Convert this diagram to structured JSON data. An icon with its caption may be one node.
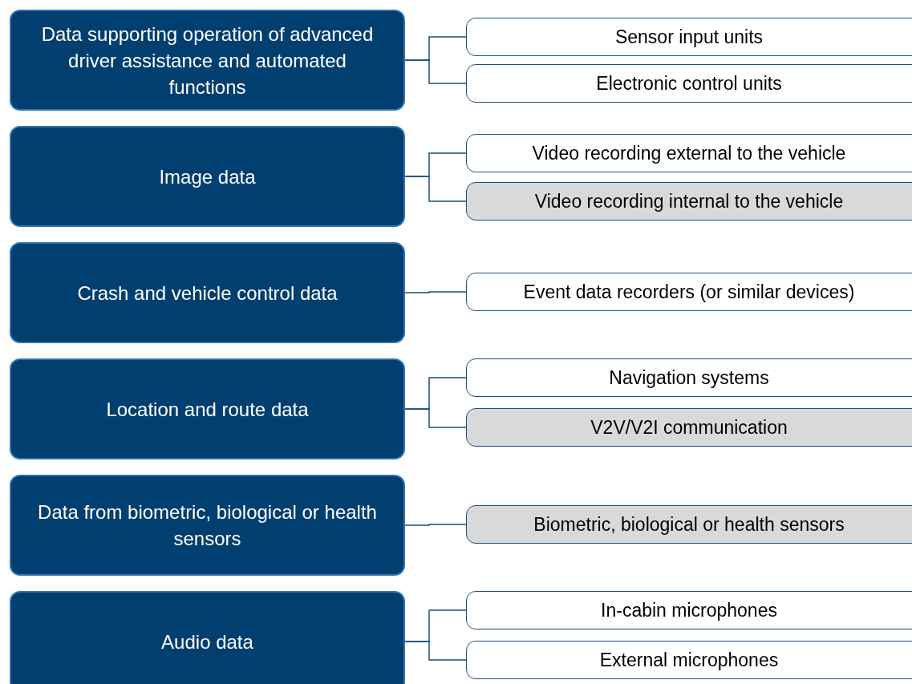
{
  "diagram": {
    "nodes": [
      {
        "text": [
          "Data supporting operation of advanced driver assistance and automated functions"
        ]
      },
      {
        "text": [
          "Sensor input units"
        ]
      },
      {
        "text": [
          "Electronic control units"
        ]
      },
      {
        "text": [
          "Image data"
        ]
      },
      {
        "text": [
          "Video recording external to the vehicle"
        ]
      },
      {
        "text": [
          "Video recording internal to the vehicle"
        ]
      },
      {
        "text": [
          "Crash and vehicle control data"
        ]
      },
      {
        "text": [
          "Event data recorders (or similar devices)"
        ]
      },
      {
        "text": [
          "Location and route data"
        ]
      },
      {
        "text": [
          "Navigation systems"
        ]
      },
      {
        "text": [
          "V2V/V2I communication"
        ]
      },
      {
        "text": [
          "Data from biometric, biological or health sensors"
        ]
      },
      {
        "text": [
          "Biometric, biological or health sensors"
        ]
      },
      {
        "text": [
          "Audio data"
        ]
      },
      {
        "text": [
          "In-cabin microphones"
        ]
      },
      {
        "text": [
          "External microphones"
        ]
      }
    ],
    "edges": [
      {
        "from": 0,
        "to": 1,
        "arrow": "none"
      },
      {
        "from": 0,
        "to": 2,
        "arrow": "none"
      },
      {
        "from": 3,
        "to": 4,
        "arrow": "none"
      },
      {
        "from": 3,
        "to": 5,
        "arrow": "none"
      },
      {
        "from": 6,
        "to": 7,
        "arrow": "none"
      },
      {
        "from": 8,
        "to": 9,
        "arrow": "none"
      },
      {
        "from": 8,
        "to": 10,
        "arrow": "none"
      },
      {
        "from": 11,
        "to": 12,
        "arrow": "none"
      },
      {
        "from": 13,
        "to": 14,
        "arrow": "none"
      },
      {
        "from": 13,
        "to": 15,
        "arrow": "none"
      }
    ]
  }
}
